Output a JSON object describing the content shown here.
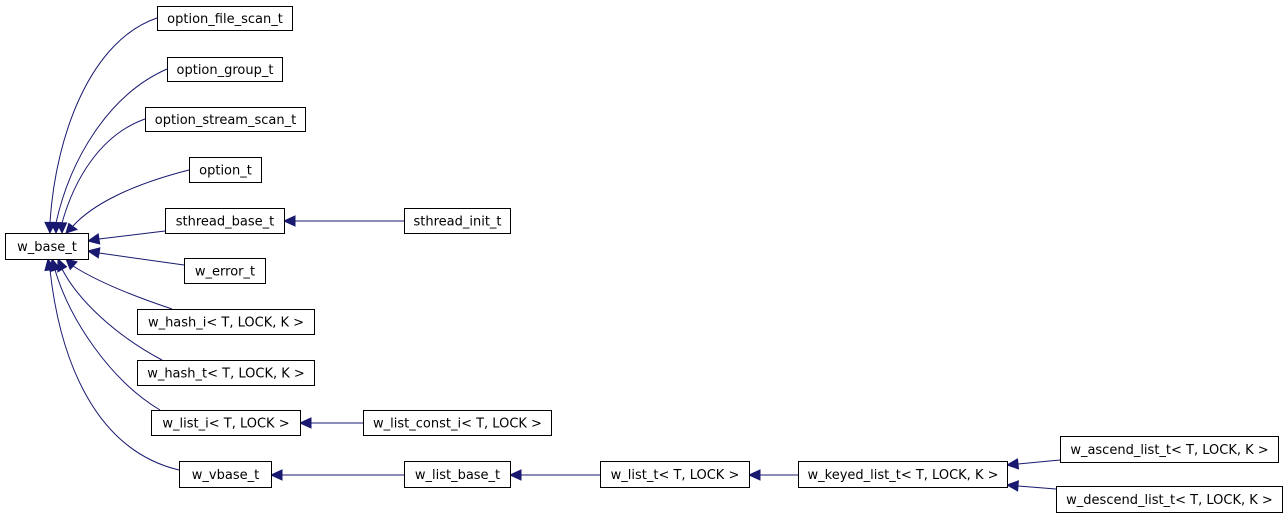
{
  "diagram": {
    "type": "class-inheritance-graph",
    "colors": {
      "edge": "#191970",
      "node_border": "#000000",
      "node_fill": "#ffffff",
      "text": "#000000"
    },
    "nodes": [
      {
        "id": "w_base_t",
        "label": "w_base_t"
      },
      {
        "id": "option_file_scan_t",
        "label": "option_file_scan_t"
      },
      {
        "id": "option_group_t",
        "label": "option_group_t"
      },
      {
        "id": "option_stream_scan_t",
        "label": "option_stream_scan_t"
      },
      {
        "id": "option_t",
        "label": "option_t"
      },
      {
        "id": "sthread_base_t",
        "label": "sthread_base_t"
      },
      {
        "id": "sthread_init_t",
        "label": "sthread_init_t"
      },
      {
        "id": "w_error_t",
        "label": "w_error_t"
      },
      {
        "id": "w_hash_i",
        "label": "w_hash_i< T, LOCK, K >"
      },
      {
        "id": "w_hash_t",
        "label": "w_hash_t< T, LOCK, K >"
      },
      {
        "id": "w_list_i",
        "label": "w_list_i< T, LOCK >"
      },
      {
        "id": "w_list_const_i",
        "label": "w_list_const_i< T, LOCK >"
      },
      {
        "id": "w_vbase_t",
        "label": "w_vbase_t"
      },
      {
        "id": "w_list_base_t",
        "label": "w_list_base_t"
      },
      {
        "id": "w_list_t",
        "label": "w_list_t< T, LOCK >"
      },
      {
        "id": "w_keyed_list_t",
        "label": "w_keyed_list_t< T, LOCK, K >"
      },
      {
        "id": "w_ascend_list_t",
        "label": "w_ascend_list_t< T, LOCK, K >"
      },
      {
        "id": "w_descend_list_t",
        "label": "w_descend_list_t< T, LOCK, K >"
      }
    ],
    "edges": [
      {
        "from": "option_file_scan_t",
        "to": "w_base_t"
      },
      {
        "from": "option_group_t",
        "to": "w_base_t"
      },
      {
        "from": "option_stream_scan_t",
        "to": "w_base_t"
      },
      {
        "from": "option_t",
        "to": "w_base_t"
      },
      {
        "from": "sthread_base_t",
        "to": "w_base_t"
      },
      {
        "from": "w_error_t",
        "to": "w_base_t"
      },
      {
        "from": "w_hash_i",
        "to": "w_base_t"
      },
      {
        "from": "w_hash_t",
        "to": "w_base_t"
      },
      {
        "from": "w_list_i",
        "to": "w_base_t"
      },
      {
        "from": "w_vbase_t",
        "to": "w_base_t"
      },
      {
        "from": "sthread_init_t",
        "to": "sthread_base_t"
      },
      {
        "from": "w_list_const_i",
        "to": "w_list_i"
      },
      {
        "from": "w_list_base_t",
        "to": "w_vbase_t"
      },
      {
        "from": "w_list_t",
        "to": "w_list_base_t"
      },
      {
        "from": "w_keyed_list_t",
        "to": "w_list_t"
      },
      {
        "from": "w_ascend_list_t",
        "to": "w_keyed_list_t"
      },
      {
        "from": "w_descend_list_t",
        "to": "w_keyed_list_t"
      }
    ]
  }
}
